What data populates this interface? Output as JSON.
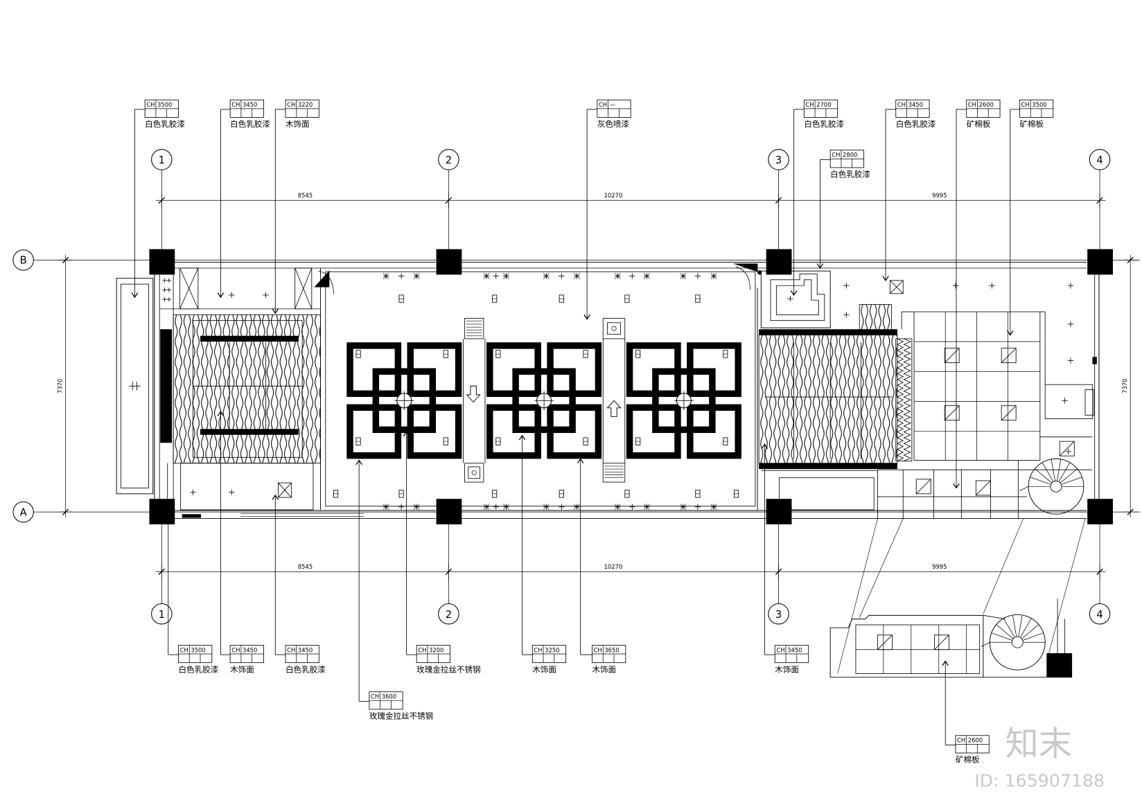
{
  "grid": {
    "columns": [
      "1",
      "2",
      "3",
      "4"
    ],
    "rows": [
      "A",
      "B"
    ]
  },
  "dimensions": {
    "top": [
      "8545",
      "10270",
      "9995"
    ],
    "bottom": [
      "8545",
      "10270",
      "9995"
    ],
    "left": "7370",
    "right": "7370"
  },
  "tags_top": [
    {
      "code": "CH",
      "height": "3500",
      "material": "白色乳胶漆"
    },
    {
      "code": "CH",
      "height": "3450",
      "material": "白色乳胶漆"
    },
    {
      "code": "CH",
      "height": "3220",
      "material": "木饰面"
    },
    {
      "code": "CH",
      "height": "—",
      "material": "灰色喷漆"
    },
    {
      "code": "CH",
      "height": "2700",
      "material": "白色乳胶漆"
    },
    {
      "code": "CH",
      "height": "2800",
      "material": "白色乳胶漆"
    },
    {
      "code": "CH",
      "height": "3450",
      "material": "白色乳胶漆"
    },
    {
      "code": "CH",
      "height": "2600",
      "material": "矿棉板"
    },
    {
      "code": "CH",
      "height": "3500",
      "material": "矿棉板"
    }
  ],
  "tags_bottom": [
    {
      "code": "CH",
      "height": "3500",
      "material": "白色乳胶漆"
    },
    {
      "code": "CH",
      "height": "3450",
      "material": "木饰面"
    },
    {
      "code": "CH",
      "height": "3450",
      "material": "白色乳胶漆"
    },
    {
      "code": "CH",
      "height": "3200",
      "material": "玫瑰金拉丝不锈钢"
    },
    {
      "code": "CH",
      "height": "3250",
      "material": "木饰面"
    },
    {
      "code": "CH",
      "height": "3650",
      "material": "木饰面"
    },
    {
      "code": "CH",
      "height": "3450",
      "material": "木饰面"
    },
    {
      "code": "CH",
      "height": "3600",
      "material": "玫瑰金拉丝不锈钢"
    },
    {
      "code": "CH",
      "height": "2600",
      "material": "矿棉板"
    }
  ],
  "watermark": {
    "brand": "知末",
    "id": "ID: 165907188"
  },
  "colors": {
    "line": "#000000",
    "background": "#ffffff",
    "watermark": "#c9c9c9"
  }
}
